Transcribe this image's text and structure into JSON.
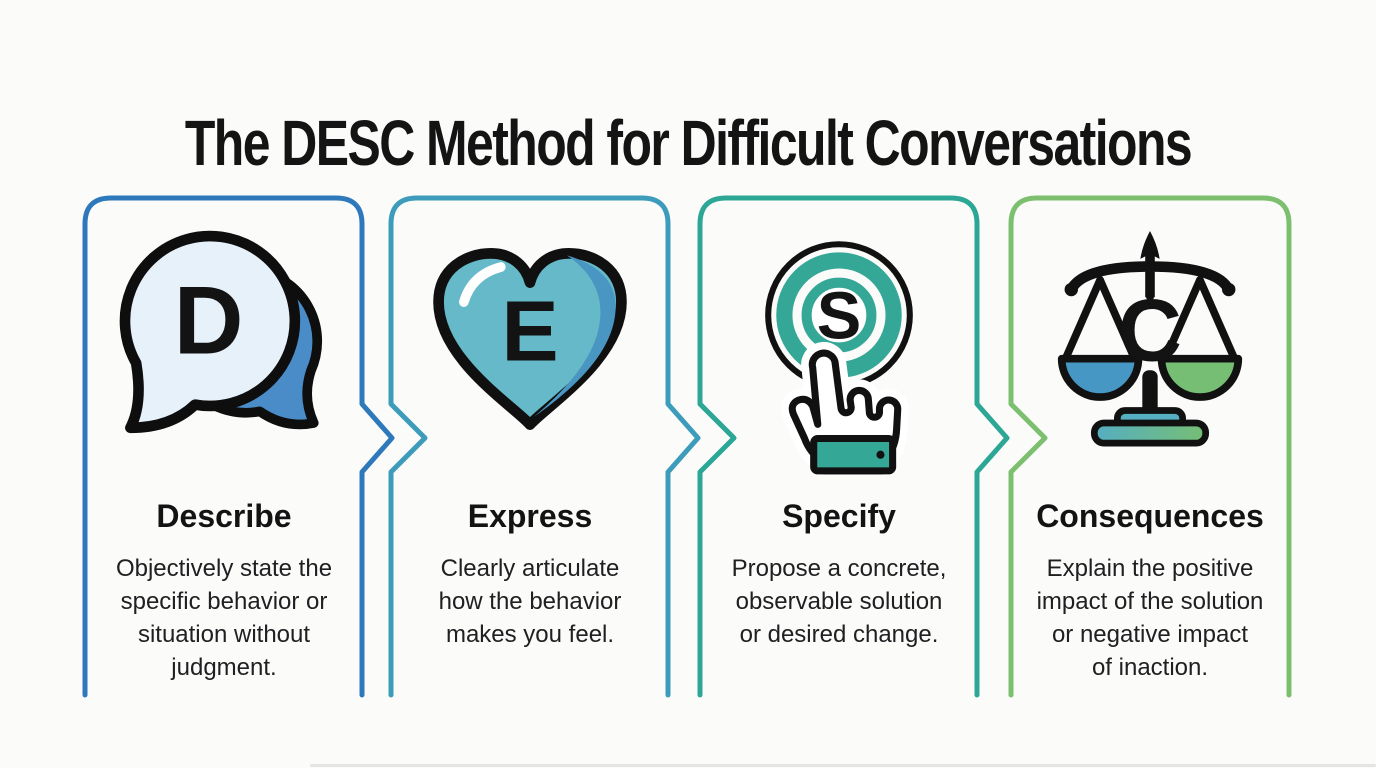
{
  "title": "The DESC Method for Difficult Conversations",
  "palette": {
    "background": "#fbfbfa",
    "title_color": "#141414",
    "body_text_color": "#202022"
  },
  "cards": [
    {
      "letter": "D",
      "title": "Describe",
      "description": "Objectively state the\nspecific behavior or\nsituation without\njudgment.",
      "border_color": "#2e79bb",
      "icon": "speech-bubbles-icon",
      "icon_colors": {
        "front_bubble": "#e7f1fa",
        "back_bubble": "#4a8cc8"
      }
    },
    {
      "letter": "E",
      "title": "Express",
      "description": "Clearly articulate\nhow the behavior\nmakes you feel.",
      "border_color": "#3d9cbb",
      "icon": "heart-icon",
      "icon_colors": {
        "heart": "#66b9c8",
        "heart_shade": "#4a96c2"
      }
    },
    {
      "letter": "S",
      "title": "Specify",
      "description": "Propose a concrete,\nobservable solution\nor desired change.",
      "border_color": "#2ca795",
      "icon": "button-click-icon",
      "icon_colors": {
        "rings": "#35a796",
        "cuff": "#35a796"
      }
    },
    {
      "letter": "C",
      "title": "Consequences",
      "description": "Explain the positive\nimpact of the solution\nor negative impact\nof inaction.",
      "border_color": "#7cc06f",
      "icon": "balance-scale-icon",
      "icon_colors": {
        "left_pan": "#4797c4",
        "right_pan": "#76be74",
        "base": "#55aec2"
      }
    }
  ]
}
